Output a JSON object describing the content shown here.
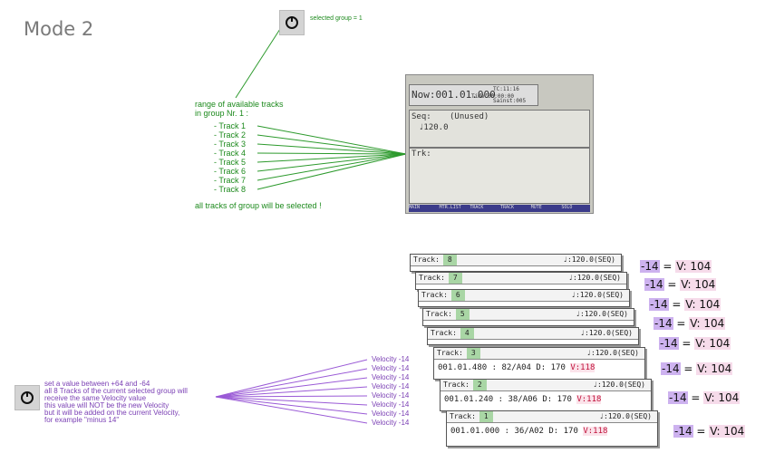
{
  "mode_title": "Mode 2",
  "top": {
    "selected_group_text": "selected group = 1",
    "range_text_1": "range of available tracks",
    "range_text_2": "in group Nr. 1 :",
    "tracks": [
      "-  Track  1",
      "-  Track  2",
      "-  Track  3",
      "-  Track  4",
      "-  Track  5",
      "-  Track  6",
      "-  Track  7",
      "-  Track  8"
    ],
    "all_selected_text": "all tracks of group will be selected !"
  },
  "lcd": {
    "now": "Now:001.01.000",
    "tc": "TC:11:16",
    "time": "Time:00:00:00",
    "sainst": "Sainst:005",
    "seq": "Seq:",
    "unused": "(Unused)",
    "tempo": "♩120.0",
    "trk": "Trk:",
    "tabs": [
      "MAIN",
      "MTR.LIST",
      "TRACK",
      "TRACK",
      "MUTE",
      "SOLO"
    ]
  },
  "bottom": {
    "instructions": [
      "set a value between +64 and -64",
      "all 8 Tracks of the current selected group will",
      "receive the same Velocity value",
      "this value will NOT be the new Velocity",
      "but it will be added on the current Velocity,",
      "for example \"minus 14\""
    ],
    "velocity_labels": [
      "Velocity  -14",
      "Velocity  -14",
      "Velocity  -14",
      "Velocity  -14",
      "Velocity  -14",
      "Velocity  -14",
      "Velocity  -14",
      "Velocity  -14"
    ]
  },
  "panels": [
    {
      "label": "Track:",
      "num": "8",
      "tempo": "♩:120.0(SEQ)"
    },
    {
      "label": "Track:",
      "num": "7",
      "tempo": "♩:120.0(SEQ)"
    },
    {
      "label": "Track:",
      "num": "6",
      "tempo": "♩:120.0(SEQ)"
    },
    {
      "label": "Track:",
      "num": "5",
      "tempo": "♩:120.0(SEQ)"
    },
    {
      "label": "Track:",
      "num": "4",
      "tempo": "♩:120.0(SEQ)"
    },
    {
      "label": "Track:",
      "num": "3",
      "tempo": "♩:120.0(SEQ)",
      "pos": "001.01.480",
      "note": ": 82/A04 D:",
      "dur": "170",
      "vel": "V:118"
    },
    {
      "label": "Track:",
      "num": "2",
      "tempo": "♩:120.0(SEQ)",
      "pos": "001.01.240",
      "note": ": 38/A06 D:",
      "dur": "170",
      "vel": "V:118"
    },
    {
      "label": "Track:",
      "num": "1",
      "tempo": "♩:120.0(SEQ)",
      "pos": "001.01.000",
      "note": ": 36/A02 D:",
      "dur": "170",
      "vel": "V:118"
    }
  ],
  "vlabels": [
    {
      "neg": "-14",
      "eq": " = ",
      "val": "V: 104"
    },
    {
      "neg": "-14",
      "eq": " = ",
      "val": "V: 104"
    },
    {
      "neg": "-14",
      "eq": " = ",
      "val": "V: 104"
    },
    {
      "neg": "-14",
      "eq": " = ",
      "val": "V: 104"
    },
    {
      "neg": "-14",
      "eq": " = ",
      "val": "V: 104"
    },
    {
      "neg": "-14",
      "eq": " = ",
      "val": "V: 104"
    },
    {
      "neg": "-14",
      "eq": " = ",
      "val": "V: 104"
    },
    {
      "neg": "-14",
      "eq": " = ",
      "val": "V: 104"
    }
  ]
}
